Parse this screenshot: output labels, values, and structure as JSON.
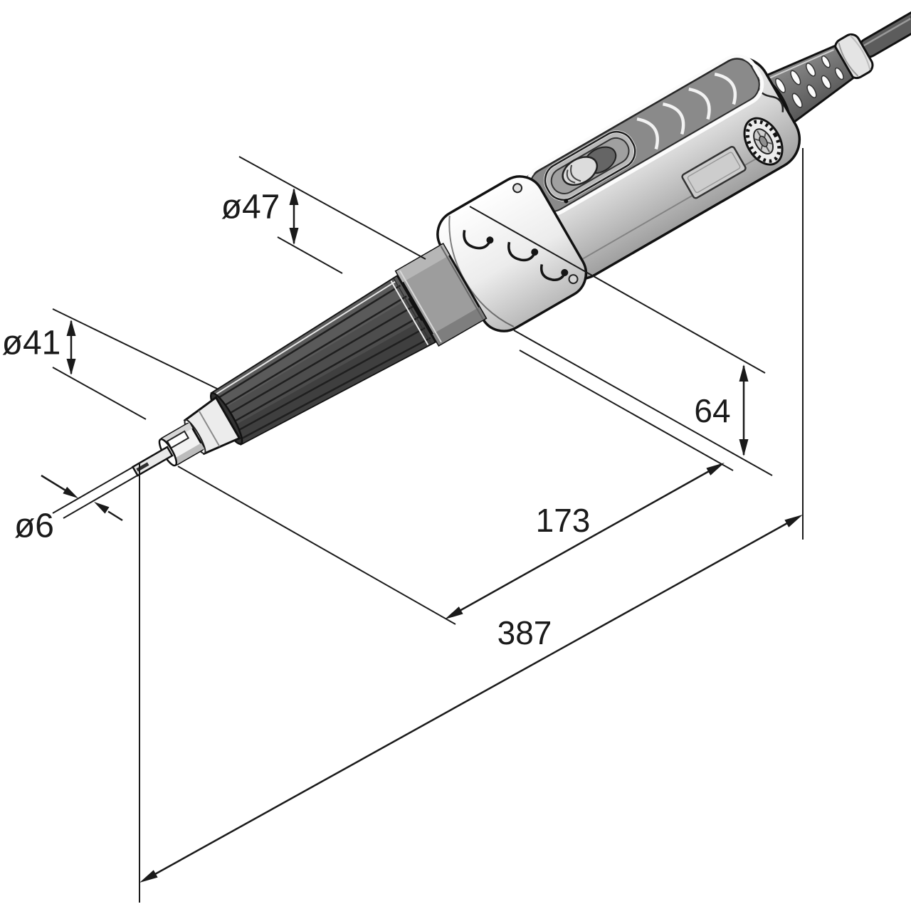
{
  "figure": {
    "kind": "technical dimension drawing",
    "subject": "straight die grinder power tool shown in oblique view with overall and diameter dimensions",
    "background": "#ffffff",
    "ink": "#1a1a1a"
  },
  "dimensions": {
    "collar_diameter": {
      "label": "ø47",
      "value": 47
    },
    "grip_diameter": {
      "label": "ø41",
      "value": 41
    },
    "spindle_diameter": {
      "label": "ø6",
      "value": 6
    },
    "body_diameter": {
      "label": "64",
      "value": 64
    },
    "front_length": {
      "label": "173",
      "value": 173
    },
    "total_length": {
      "label": "387",
      "value": 387
    }
  },
  "colors": {
    "ink": "#1a1a1a",
    "grip_sleeve": "#4d4d4d",
    "grip_groove": "#1f1f1f",
    "clamp_collar": "#9d9d9d",
    "top_panel": "#8a8a8a",
    "motor_body": "#d9d9d9",
    "front_housing": "#f5f5f5",
    "cable_boot": "#6e6e6e",
    "cable": "#5c5c5c",
    "background": "#ffffff"
  }
}
